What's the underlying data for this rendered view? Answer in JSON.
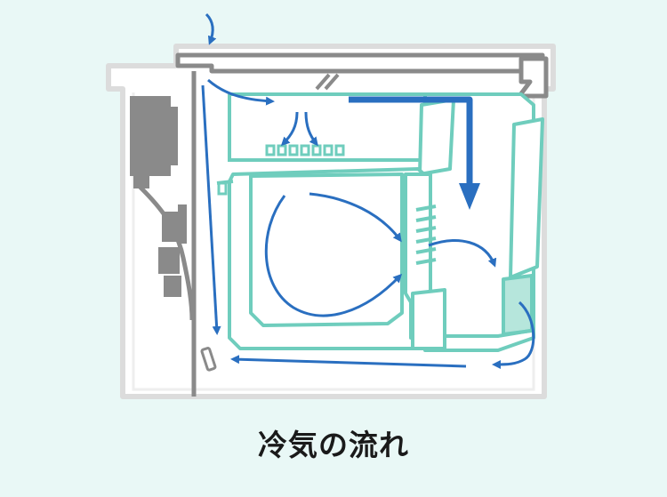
{
  "caption": "冷気の流れ",
  "colors": {
    "background": "#e9f8f6",
    "cabinet_outline": "#dcdcdc",
    "cabinet_fill": "#ffffff",
    "internal_parts": "#8a8a8a",
    "container_outline": "#6fcdbd",
    "container_fill": "#ffffff",
    "container_shade": "#b6e6dc",
    "airflow_arrow": "#2a6fc0",
    "caption_text": "#1a1a1a"
  },
  "icons": {
    "main_flow": "thick-down-arrow",
    "secondary_flow": "curved-arrow"
  }
}
